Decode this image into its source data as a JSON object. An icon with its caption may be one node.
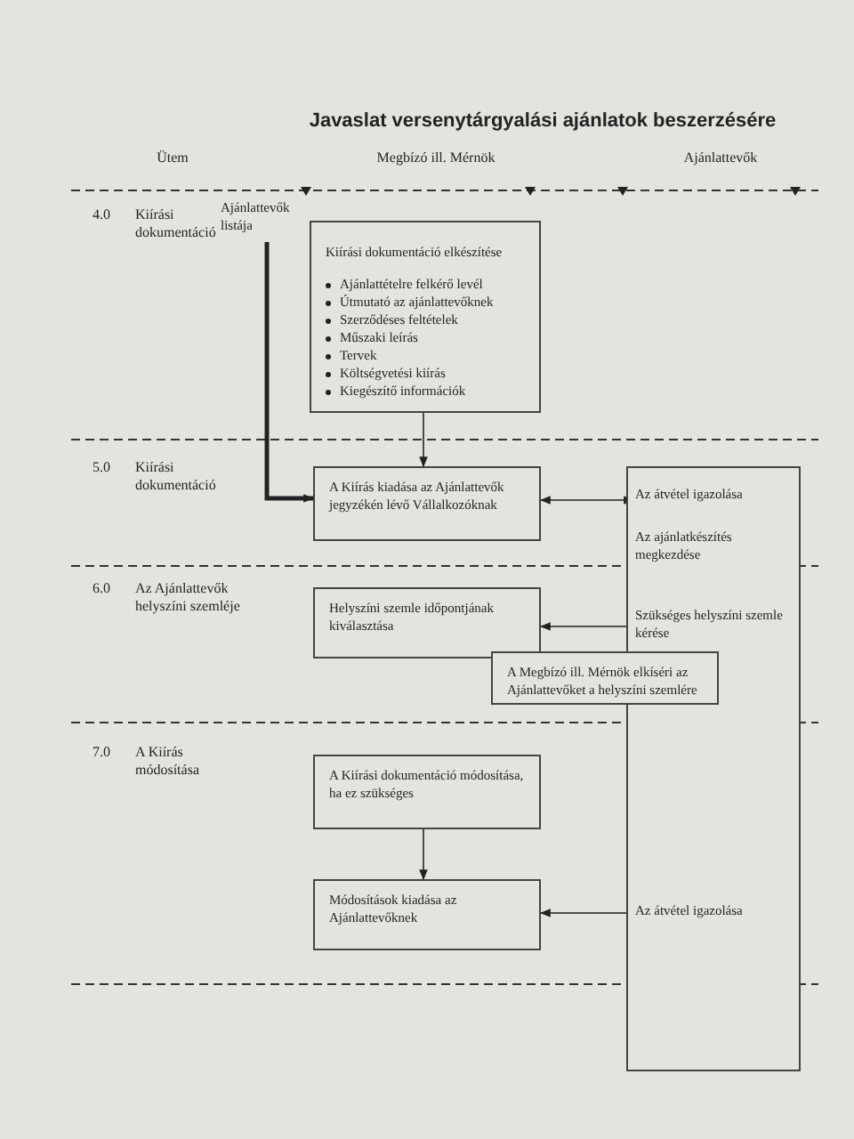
{
  "diagram": {
    "title": "Javaslat versenytárgyalási ajánlatok beszerzésére",
    "nodes": [
      {
        "text": [
          "Ajánlattevők listája"
        ]
      },
      {
        "text": [
          "Kiírási dokumentáció elkészítése",
          "Ajánlattételre felkérő levél",
          "Útmutató az ajánlattevőknek",
          "Szerződéses feltételek",
          "Műszaki leírás",
          "Tervek",
          "Költségvetési kiírás",
          "Kiegészítő információk"
        ]
      },
      {
        "text": [
          "A Kiírás kiadása az Ajánlattevők jegyzékén lévő Vállalkozóknak"
        ]
      },
      {
        "text": [],
        "shape": "box"
      },
      {
        "text": [
          "Az átvétel igazolása"
        ],
        "in": 3
      },
      {
        "text": [
          "Az ajánlatkészítés megkezdése"
        ],
        "in": 3
      },
      {
        "text": [
          "Szükséges helyszíni szemle kérése"
        ],
        "in": 3
      },
      {
        "text": [
          "Helyszíni szemle időpontjának kiválasztása"
        ]
      },
      {
        "text": [
          "A Megbízó ill. Mérnök elkíséri az Ajánlattevőket a helyszíni szemlére"
        ]
      },
      {
        "text": [
          "A Kiírási dokumentáció módosítása, ha ez szükséges"
        ]
      },
      {
        "text": [
          "Módosítások kiadása az Ajánlattevőknek"
        ]
      },
      {
        "text": [
          "Az átvétel igazolása"
        ],
        "in": 3
      }
    ],
    "edges": [
      {
        "from": 0,
        "to": 2,
        "arrow": "to",
        "style": "thick"
      },
      {
        "from": 1,
        "to": 2,
        "arrow": "to"
      },
      {
        "from": 2,
        "to": 4,
        "arrow": "both"
      },
      {
        "from": 6,
        "to": 7,
        "arrow": "to"
      },
      {
        "from": 9,
        "to": 10,
        "arrow": "to"
      },
      {
        "from": 11,
        "to": 10,
        "arrow": "to"
      }
    ],
    "labels": [
      "Ütem",
      "Megbízó ill. Mérnök",
      "Ajánlattevők",
      "4.0",
      "Kiírási dokumentáció",
      "5.0",
      "Kiírási dokumentáció",
      "6.0",
      "Az Ajánlattevők helyszíni szemléje",
      "7.0",
      "A Kiírás módosítása"
    ]
  }
}
